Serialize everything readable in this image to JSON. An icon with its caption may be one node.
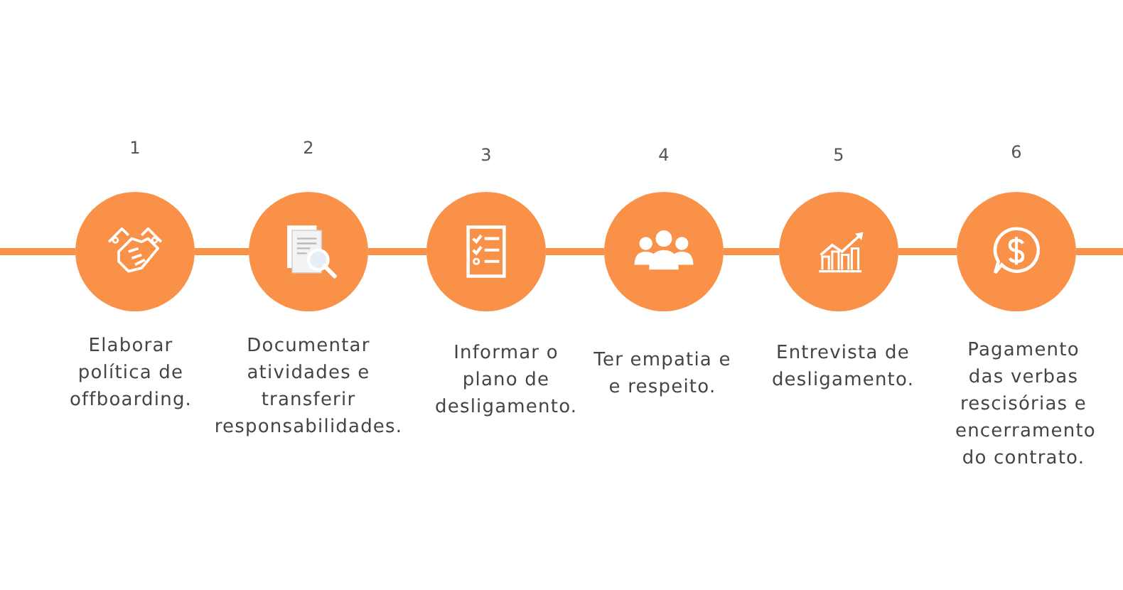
{
  "diagram": {
    "nodes": [
      {
        "text": [],
        "shape": "circle",
        "beside": [
          "1",
          "Elaborar política de offboarding."
        ]
      },
      {
        "text": [],
        "shape": "circle",
        "beside": [
          "2",
          "Documentar atividades e transferir responsabilidades."
        ]
      },
      {
        "text": [],
        "shape": "circle",
        "beside": [
          "3",
          "Informar o plano de desligamento."
        ]
      },
      {
        "text": [],
        "shape": "circle",
        "beside": [
          "4",
          "Ter empatia e e respeito."
        ]
      },
      {
        "text": [],
        "shape": "circle",
        "beside": [
          "5",
          "Entrevista de desligamento."
        ]
      },
      {
        "text": [],
        "shape": "circle",
        "beside": [
          "6",
          "Pagamento das verbas rescisórias e encerramento do contrato."
        ]
      }
    ],
    "edges": [
      {
        "from": null,
        "to": 0,
        "arrow": "none"
      },
      {
        "from": 0,
        "to": 1,
        "arrow": "none"
      },
      {
        "from": 1,
        "to": 2,
        "arrow": "none"
      },
      {
        "from": 2,
        "to": 3,
        "arrow": "none"
      },
      {
        "from": 3,
        "to": 4,
        "arrow": "none"
      },
      {
        "from": 4,
        "to": 5,
        "arrow": "none"
      },
      {
        "from": 5,
        "to": null,
        "arrow": "none"
      }
    ]
  }
}
